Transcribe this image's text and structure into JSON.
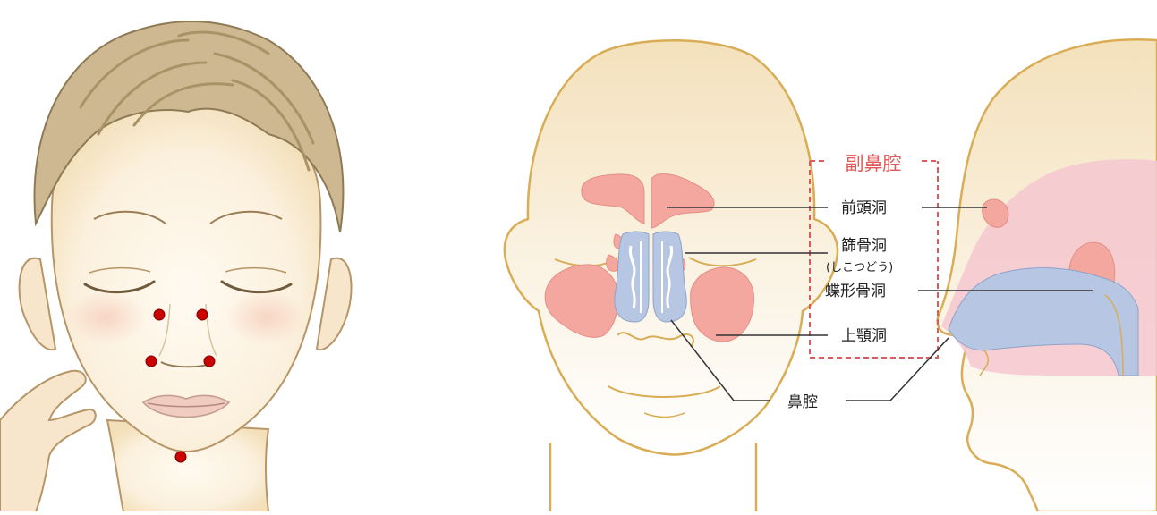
{
  "title": "副鼻腔",
  "labels": {
    "frontal": "前頭洞",
    "ethmoid": "篩骨洞",
    "ethmoid_reading": "(しこつどう)",
    "sphenoid": "蝶形骨洞",
    "maxillary": "上顎洞",
    "nasal_cavity": "鼻腔"
  },
  "colors": {
    "skin": "#f6e9cc",
    "skin_outline": "#d9ad55",
    "sinus": "#f3a79f",
    "nasal_cavity": "#b6c6e3",
    "callout_frame": "#e05a5a",
    "marker": "#cc0000",
    "hair": "#c9b48c"
  },
  "pressure_points": [
    {
      "name": "left-inner-eye"
    },
    {
      "name": "right-inner-eye"
    },
    {
      "name": "left-nose-wing"
    },
    {
      "name": "right-nose-wing"
    },
    {
      "name": "chin"
    }
  ]
}
